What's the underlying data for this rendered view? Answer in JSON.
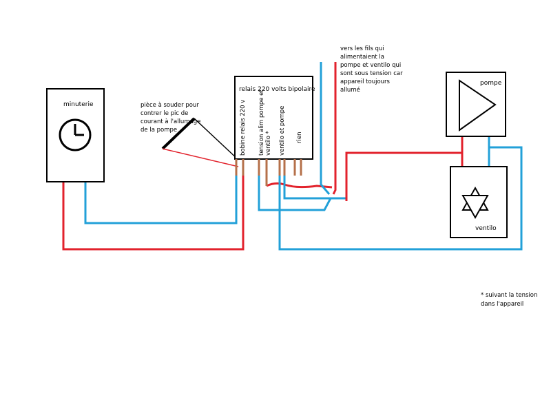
{
  "components": {
    "timer": {
      "label": "minuterie",
      "icon": "clock-icon"
    },
    "relay": {
      "title": "relais 220 volts bipolaire",
      "pins": [
        "bobine relais 220 v",
        "tension alim pompe et",
        "ventilo *",
        "ventilo et pompe",
        "rien"
      ]
    },
    "pump": {
      "label": "pompe",
      "icon": "triangle-icon"
    },
    "fan": {
      "label": "ventilo",
      "icon": "star-icon"
    }
  },
  "notes": {
    "solder_part": [
      "pièce à souder pour",
      "contrer le pic de",
      "courant à l'allumage",
      "de la pompe"
    ],
    "supply_wires": [
      "vers les fils qui",
      "alimentaient la",
      "pompe et ventilo qui",
      "sont sous tension car",
      "appareil toujours",
      "allumé"
    ],
    "footnote": [
      "* suivant la tension",
      "dans l'appareil"
    ]
  },
  "colors": {
    "live": "#e2222c",
    "neutral": "#22a0d8",
    "pin": "#b5704a",
    "outline": "#000000"
  }
}
